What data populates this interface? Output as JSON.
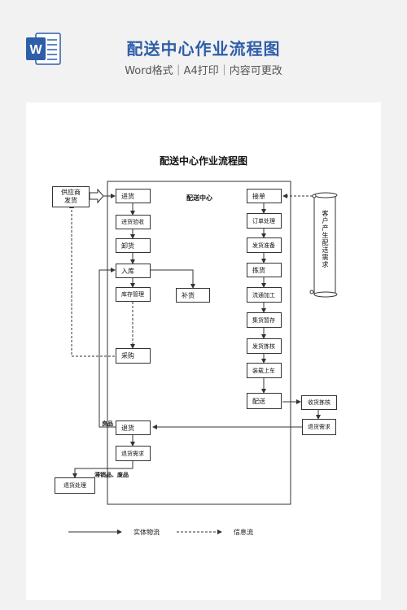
{
  "header": {
    "title": "配送中心作业流程图",
    "subtitle": "Word格式｜A4打印｜内容可更改",
    "icon": "word-document-icon",
    "accent": "#2e5ea8"
  },
  "diagram": {
    "title": "配送中心作业流程图",
    "center_label": "配送中心",
    "nodes": {
      "supplier": "供应商\n发货",
      "delivery": "进货",
      "inspection": "进货验收",
      "unload": "卸货",
      "storage": "入库",
      "inventory": "库存管理",
      "replenish": "补货",
      "purchase": "采购",
      "return_goods": "退货",
      "return_demand": "退货需求",
      "return_processing": "退货处理",
      "order_receive": "接单",
      "order_process": "订单处理",
      "ship_prepare": "发货准备",
      "picking": "拣货",
      "processing": "流通加工",
      "staging": "集货暂存",
      "ship_check": "发货拣核",
      "loading": "装载上车",
      "dispatch": "配送",
      "receive_check": "收货拣核",
      "customer_return_demand": "退货需求",
      "customer_demand": "客户产生配送需求"
    },
    "edge_labels": {
      "good": "良品",
      "defective": "滞销品、废品"
    },
    "legend": {
      "physical": "实体物流",
      "information": "信息流"
    }
  }
}
